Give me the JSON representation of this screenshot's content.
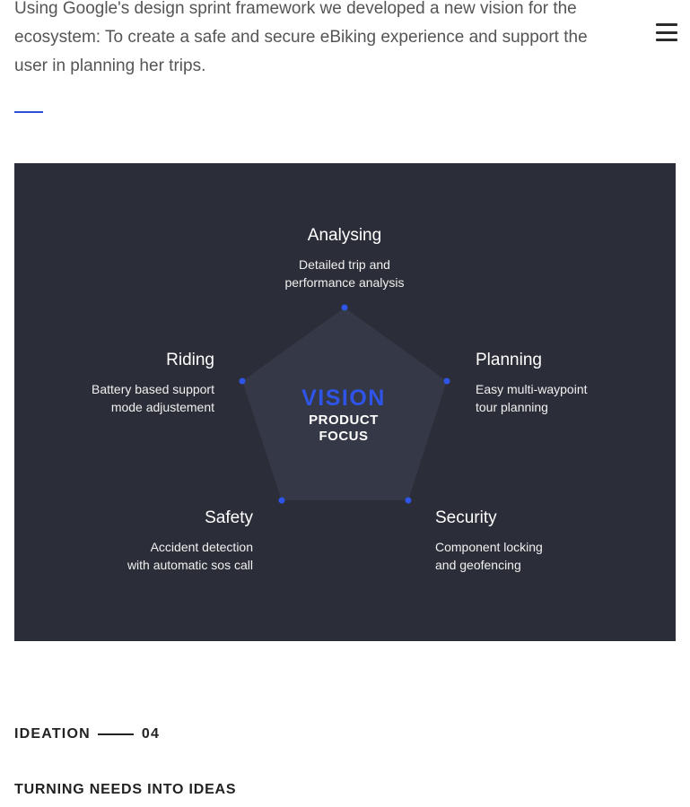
{
  "intro": {
    "text": "Using Google's design sprint framework we developed a new vision for the ecosystem: To create a safe and secure eBiking experience and support the user in planning her trips."
  },
  "menu": {
    "icon": "hamburger-menu-icon"
  },
  "diagram": {
    "center": {
      "title": "VISION",
      "subtitle_line1": "PRODUCT",
      "subtitle_line2": "FOCUS"
    },
    "nodes": {
      "analysing": {
        "title": "Analysing",
        "desc1": "Detailed trip and",
        "desc2": "performance analysis"
      },
      "riding": {
        "title": "Riding",
        "desc1": "Battery based support",
        "desc2": "mode adjustement"
      },
      "planning": {
        "title": "Planning",
        "desc1": "Easy multi-waypoint",
        "desc2": "tour planning"
      },
      "safety": {
        "title": "Safety",
        "desc1": "Accident detection",
        "desc2": "with automatic sos call"
      },
      "security": {
        "title": "Security",
        "desc1": "Component locking",
        "desc2": "and geofencing"
      }
    },
    "colors": {
      "background": "#2b2d38",
      "pentagon": "#353846",
      "dot": "#2f55e8",
      "accent": "#2f55e8"
    }
  },
  "section": {
    "label": "IDEATION",
    "number": "04",
    "heading": "TURNING NEEDS INTO IDEAS"
  }
}
